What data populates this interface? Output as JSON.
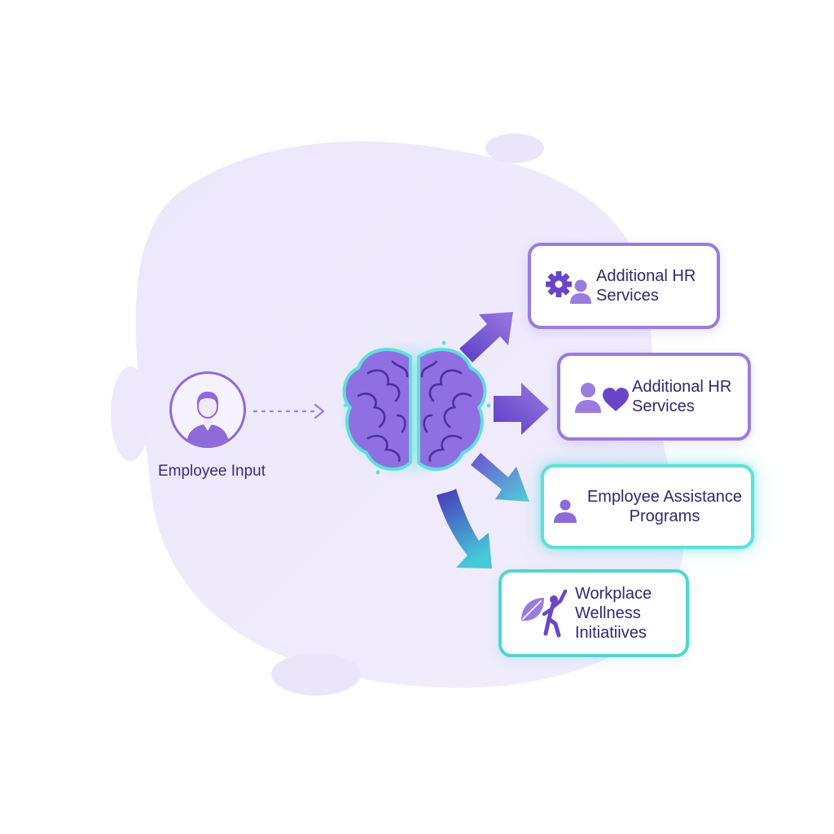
{
  "employee": {
    "label": "Employee Input",
    "icon": "person-icon"
  },
  "hub": {
    "icon": "brain-icon"
  },
  "cards": [
    {
      "title": "Additional HR Services",
      "icon": "gear-person-icon",
      "style": "purple"
    },
    {
      "title": "Additional HR Services",
      "icon": "person-heart-icon",
      "style": "purple"
    },
    {
      "title": "Employee Assistance Programs",
      "icon": "person-icon",
      "style": "teal-glow"
    },
    {
      "title": "Workplace Wellness Initiatiives",
      "icon": "leaf-person-icon",
      "style": "teal"
    }
  ],
  "colors": {
    "primary_purple": "#8d6ad8",
    "dark_purple": "#33276d",
    "teal": "#4fd6d2",
    "blob": "#ede8fb"
  }
}
